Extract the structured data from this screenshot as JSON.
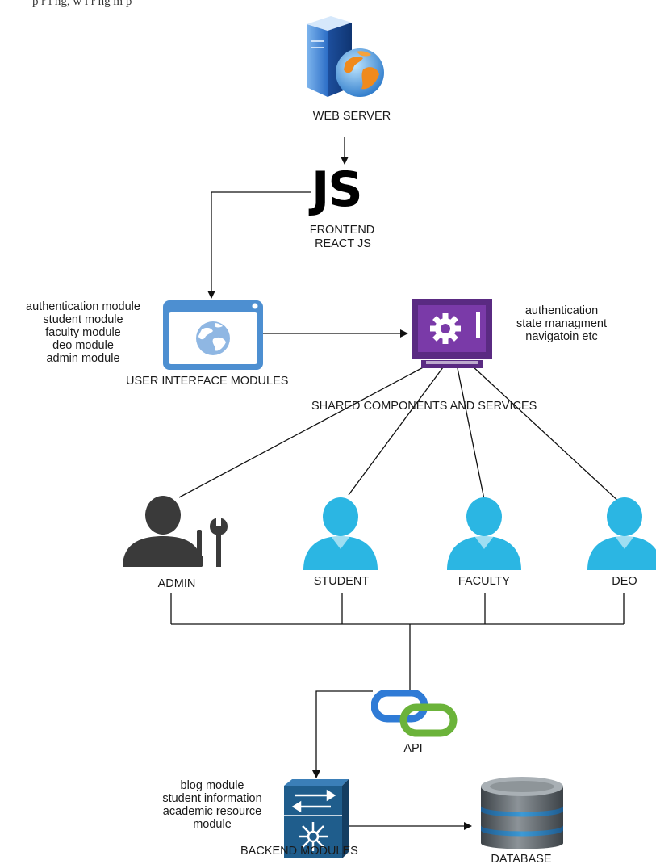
{
  "caption_fragment": "p       r          l      ng, w   l r  ng       m       p",
  "nodes": {
    "web_server": {
      "label": "WEB SERVER",
      "icon": "server-globe-icon"
    },
    "frontend": {
      "logo_text": "JS",
      "line1": "FRONTEND",
      "line2": "REACT JS",
      "icon": "js-logo-icon"
    },
    "ui_modules": {
      "label": "USER INTERFACE MODULES",
      "icon": "browser-window-icon",
      "notes": [
        "authentication module",
        "student module",
        "faculty module",
        "deo module",
        "admin module"
      ]
    },
    "shared": {
      "label": "SHARED COMPONENTS AND SERVICES",
      "icon": "vault-gear-icon",
      "notes": [
        "authentication",
        "state managment",
        "navigatoin etc"
      ]
    },
    "admin": {
      "label": "ADMIN",
      "icon": "admin-user-tools-icon"
    },
    "student": {
      "label": "STUDENT",
      "icon": "user-icon"
    },
    "faculty": {
      "label": "FACULTY",
      "icon": "user-icon"
    },
    "deo": {
      "label": "DEO",
      "icon": "user-icon"
    },
    "api": {
      "label": "API",
      "icon": "chain-link-icon"
    },
    "backend": {
      "label": "BACKEND MODULES",
      "icon": "network-switch-icon",
      "notes": [
        "blog module",
        "student information",
        "academic resource",
        "module"
      ]
    },
    "database": {
      "label": "DATABASE",
      "icon": "database-cylinder-icon"
    }
  },
  "colors": {
    "line": "#111111",
    "user_icon": "#2bb6e3",
    "admin_icon": "#3a3a3a",
    "vault_purple": "#5a2a82",
    "browser_blue": "#4d8fd1",
    "switch_blue": "#1f5d8c",
    "api_blue": "#2f7bd6",
    "api_green": "#6bb33a",
    "db_gray": "#6a7075"
  }
}
